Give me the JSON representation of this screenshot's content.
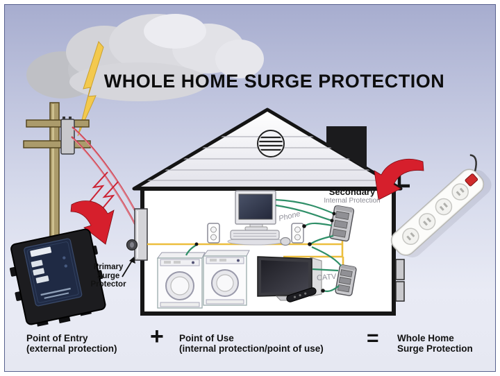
{
  "title": "WHOLE HOME SURGE PROTECTION",
  "diagram_labels": {
    "primary_line1": "Primary",
    "primary_line2": "Surge",
    "primary_line3": "Protector",
    "secondary_title": "Secondary",
    "secondary_subtitle": "Internal Protection",
    "phone": "Phone",
    "catv": "CATV"
  },
  "equation": {
    "entry_title": "Point of Entry",
    "entry_subtitle": "(external protection)",
    "plus_sign": "+",
    "use_title": "Point of Use",
    "use_subtitle": "(internal protection/point of use)",
    "equals_sign": "=",
    "result_line1": "Whole Home",
    "result_line2": "Surge Protection"
  },
  "colors": {
    "surge_red": "#d61f2c",
    "wire_yellow": "#ecbe3d",
    "cable_green": "#2f8f68",
    "lightning_yellow": "#f3c94e",
    "pole_brown": "#ab9b6b"
  }
}
